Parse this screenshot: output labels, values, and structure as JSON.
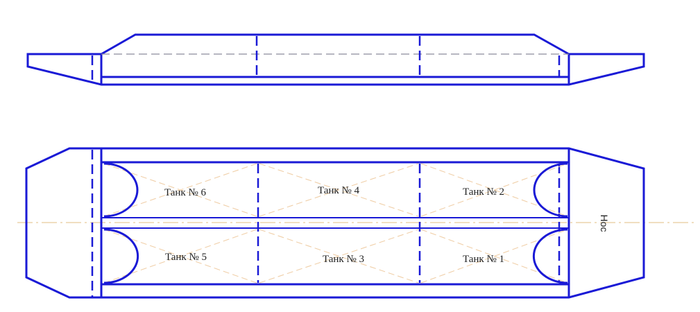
{
  "tanks": [
    {
      "label": "Танк № 6"
    },
    {
      "label": "Танк № 4"
    },
    {
      "label": "Танк № 2"
    },
    {
      "label": "Танк № 5"
    },
    {
      "label": "Танк № 3"
    },
    {
      "label": "Танк № 1"
    }
  ],
  "nose": {
    "label": "Нос"
  },
  "colors": {
    "outline": "#1a1ad6",
    "centerline": "#e8c99a",
    "diagonals": "#f0cfa8"
  }
}
